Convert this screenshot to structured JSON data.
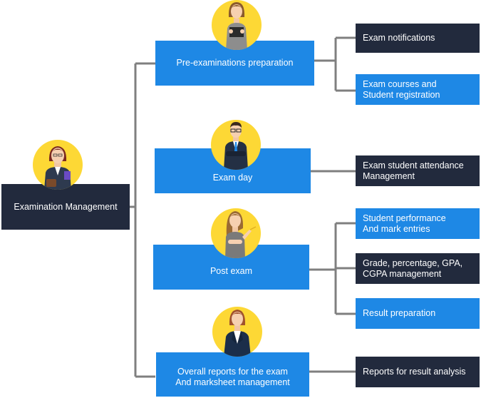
{
  "root": {
    "label": "Examination Management"
  },
  "stages": [
    {
      "label": "Pre-examinations preparation"
    },
    {
      "label": "Exam day"
    },
    {
      "label": "Post exam"
    },
    {
      "label": "Overall reports for the exam\nAnd marksheet management"
    }
  ],
  "details": [
    {
      "label": "Exam notifications"
    },
    {
      "label": "Exam courses and\nStudent registration"
    },
    {
      "label": "Exam student attendance\nManagement"
    },
    {
      "label": "Student performance\nAnd mark entries"
    },
    {
      "label": "Grade, percentage, GPA,\nCGPA management"
    },
    {
      "label": "Result preparation"
    },
    {
      "label": "Reports for result analysis"
    }
  ],
  "colors": {
    "dark": "#222a3d",
    "blue": "#1e88e5",
    "connector": "#7f7f7f",
    "avatar_bg": "#fdd835"
  },
  "icons": [
    "woman-presenter-avatar",
    "man-glasses-avatar",
    "woman-thinking-avatar",
    "woman-suit-avatar",
    "woman-briefcase-avatar"
  ]
}
